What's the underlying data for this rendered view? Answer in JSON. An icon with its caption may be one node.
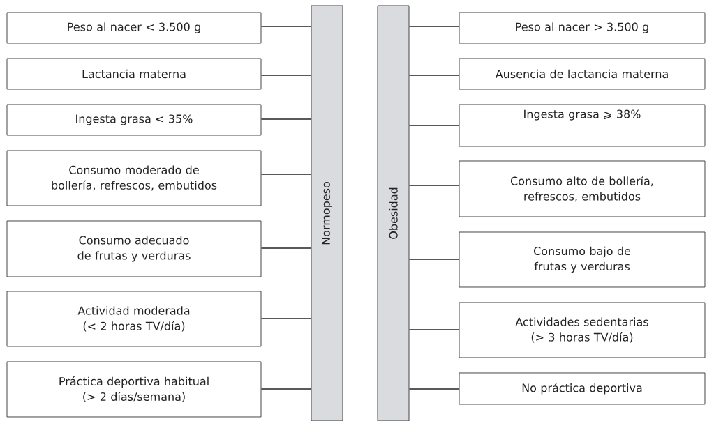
{
  "diagram": {
    "nodes": [
      {
        "text": [
          "Peso al nacer < 3.500 g"
        ]
      },
      {
        "text": [
          "Lactancia materna"
        ]
      },
      {
        "text": [
          "Ingesta grasa < 35%"
        ]
      },
      {
        "text": [
          "Consumo moderado de bollería, refrescos, embutidos"
        ]
      },
      {
        "text": [
          "Consumo adecuado de frutas y verduras"
        ]
      },
      {
        "text": [
          "Actividad moderada (< 2 horas TV/día)"
        ]
      },
      {
        "text": [
          "Práctica deportiva habitual (> 2 días/semana)"
        ]
      },
      {
        "text": [
          "Normopeso"
        ]
      },
      {
        "text": [
          "Obesidad"
        ]
      },
      {
        "text": [
          "Peso al nacer > 3.500 g"
        ]
      },
      {
        "text": [
          "Ausencia de lactancia materna"
        ]
      },
      {
        "text": [
          "Ingesta grasa ⩾ 38%"
        ]
      },
      {
        "text": [
          "Consumo alto de bollería, refrescos, embutidos"
        ]
      },
      {
        "text": [
          "Consumo bajo de frutas y verduras"
        ]
      },
      {
        "text": [
          "Actividades sedentarias (> 3 horas TV/día)"
        ]
      },
      {
        "text": [
          "No práctica deportiva"
        ]
      }
    ],
    "edges": [
      {
        "from": 0,
        "to": 7,
        "arrow": "none"
      },
      {
        "from": 1,
        "to": 7,
        "arrow": "none"
      },
      {
        "from": 2,
        "to": 7,
        "arrow": "none"
      },
      {
        "from": 3,
        "to": 7,
        "arrow": "none"
      },
      {
        "from": 4,
        "to": 7,
        "arrow": "none"
      },
      {
        "from": 5,
        "to": 7,
        "arrow": "none"
      },
      {
        "from": 6,
        "to": 7,
        "arrow": "none"
      },
      {
        "from": 8,
        "to": 9,
        "arrow": "none"
      },
      {
        "from": 8,
        "to": 10,
        "arrow": "none"
      },
      {
        "from": 8,
        "to": 11,
        "arrow": "none"
      },
      {
        "from": 8,
        "to": 12,
        "arrow": "none"
      },
      {
        "from": 8,
        "to": 13,
        "arrow": "none"
      },
      {
        "from": 8,
        "to": 14,
        "arrow": "none"
      },
      {
        "from": 8,
        "to": 15,
        "arrow": "none"
      }
    ]
  }
}
